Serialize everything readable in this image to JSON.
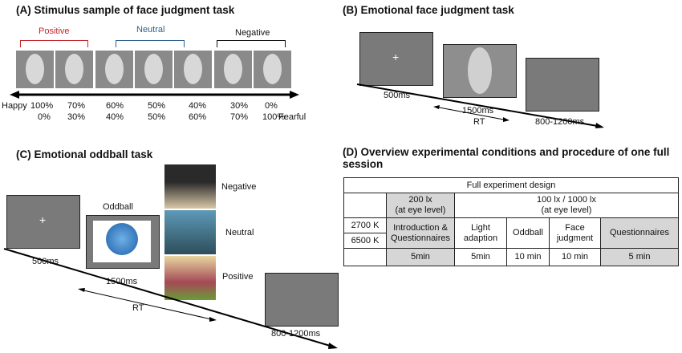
{
  "panelA": {
    "title": "(A) Stimulus sample of face judgment task",
    "groups": [
      {
        "label": "Positive",
        "color": "#c0262d"
      },
      {
        "label": "Neutral",
        "color": "#2f5f8f"
      },
      {
        "label": "Negative",
        "color": "#111111"
      }
    ],
    "left_label": "Happy",
    "right_label": "Fearful",
    "happy": [
      "100%",
      "70%",
      "60%",
      "50%",
      "40%",
      "30%",
      "0%"
    ],
    "fearful": [
      "0%",
      "30%",
      "40%",
      "50%",
      "60%",
      "70%",
      "100%"
    ]
  },
  "panelB": {
    "title": "(B) Emotional face judgment task",
    "fixation": "+",
    "t1": "500ms",
    "t2": "1500ms",
    "rt": "RT",
    "t3": "800-1200ms"
  },
  "panelC": {
    "title": "(C)  Emotional oddball task",
    "fixation": "+",
    "oddball": "Oddball",
    "t1": "500ms",
    "t2": "1500ms",
    "rt": "RT",
    "t3": "800-1200ms",
    "images": [
      "Negative",
      "Neutral",
      "Positive"
    ]
  },
  "panelD": {
    "title": "(D) Overview experimental conditions and procedure of one full session",
    "header": "Full experiment  design",
    "lux1": "200 lx\n(at eye level)",
    "lux2": "100 lx / 1000 lx\n(at eye level)",
    "cct": [
      "2700 K",
      "6500 K"
    ],
    "phases": [
      "Introduction & Questionnaires",
      "Light adaption",
      "Oddball",
      "Face judgment",
      "Questionnaires"
    ],
    "durations": [
      "5min",
      "5min",
      "10 min",
      "10 min",
      "5 min"
    ]
  }
}
